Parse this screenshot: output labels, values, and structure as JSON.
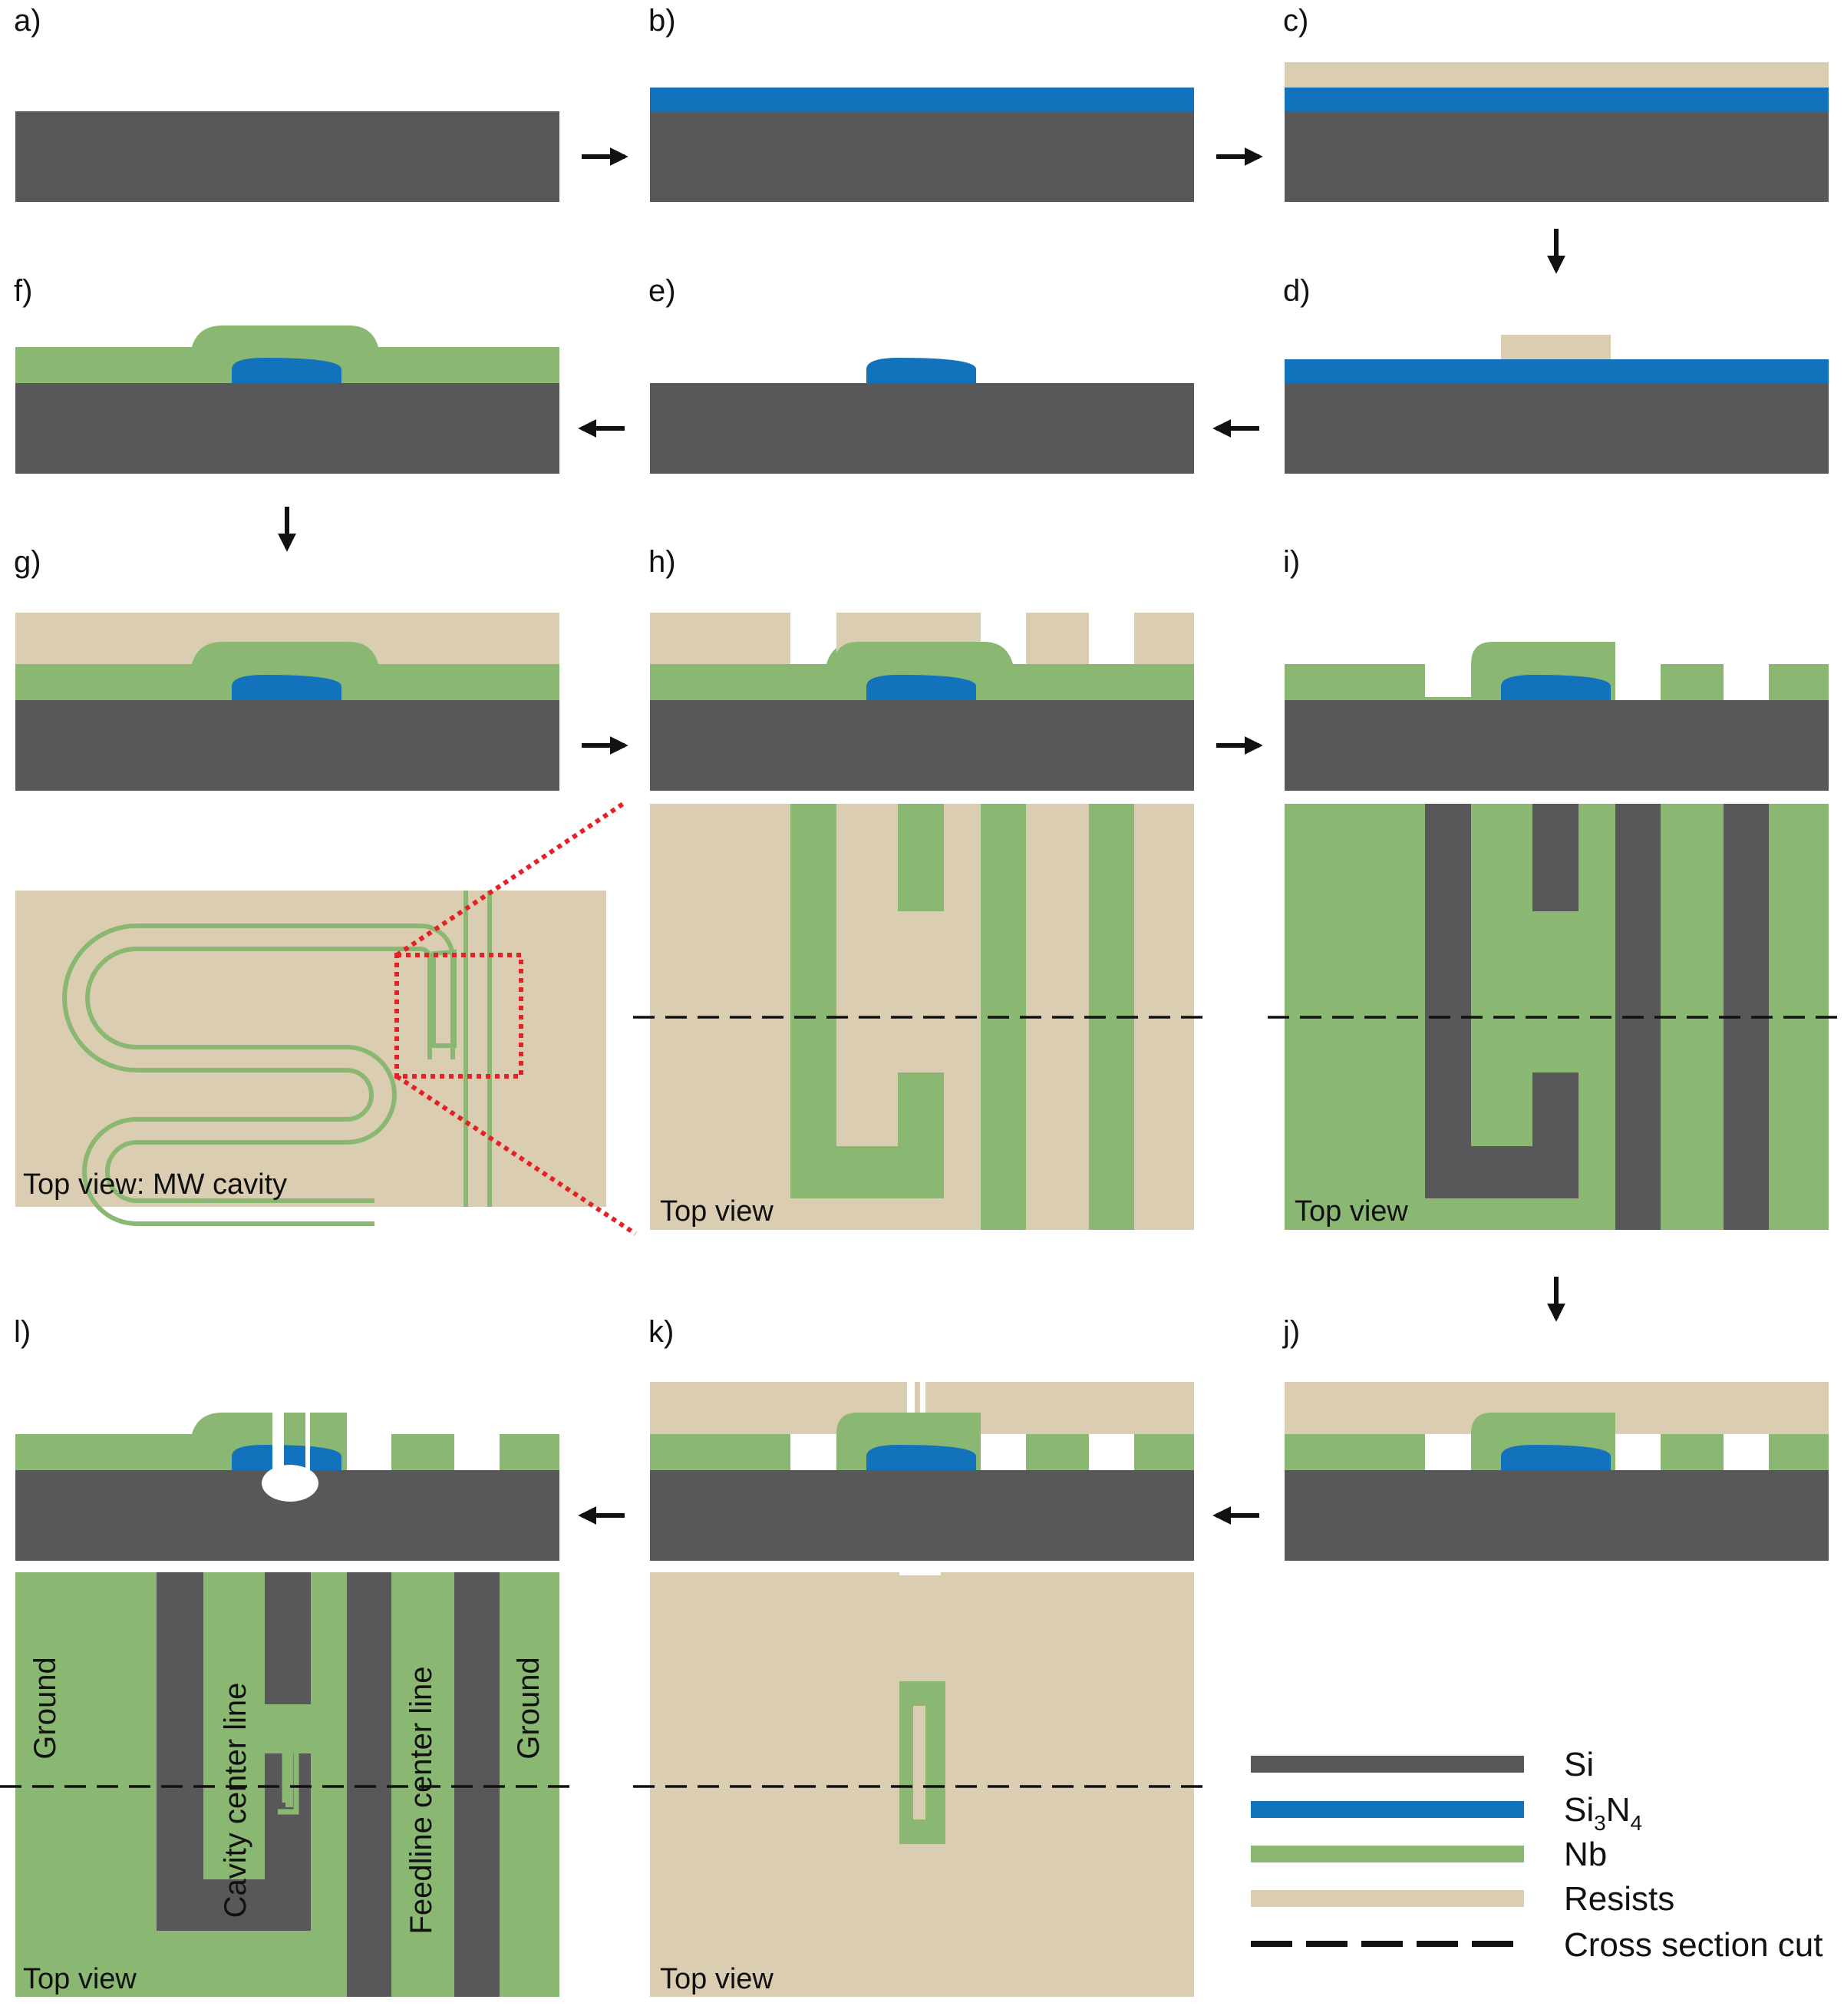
{
  "colors": {
    "si": "#58585a",
    "si3n4": "#1272bb",
    "nb": "#8ab872",
    "resist": "#dbcdb2",
    "arrow": "#111111",
    "zoom_lines": "#e32227",
    "cut_line": "#111111"
  },
  "panels": {
    "a": "a)",
    "b": "b)",
    "c": "c)",
    "d": "d)",
    "e": "e)",
    "f": "f)",
    "g": "g)",
    "h": "h)",
    "i": "i)",
    "j": "j)",
    "k": "k)",
    "l": "l)"
  },
  "top_view_mw": "Top view:  MW cavity",
  "top_view": "Top view",
  "l_labels": {
    "ground_left": "Ground",
    "cavity_center": "Cavity center line",
    "feedline_center": "Feedline center line",
    "ground_right": "Ground"
  },
  "legend": {
    "si": "Si",
    "si3n4_base": "Si",
    "si3n4_sub1": "3",
    "si3n4_mid": "N",
    "si3n4_sub2": "4",
    "nb": "Nb",
    "resists": "Resists",
    "cut": "Cross section cut"
  }
}
